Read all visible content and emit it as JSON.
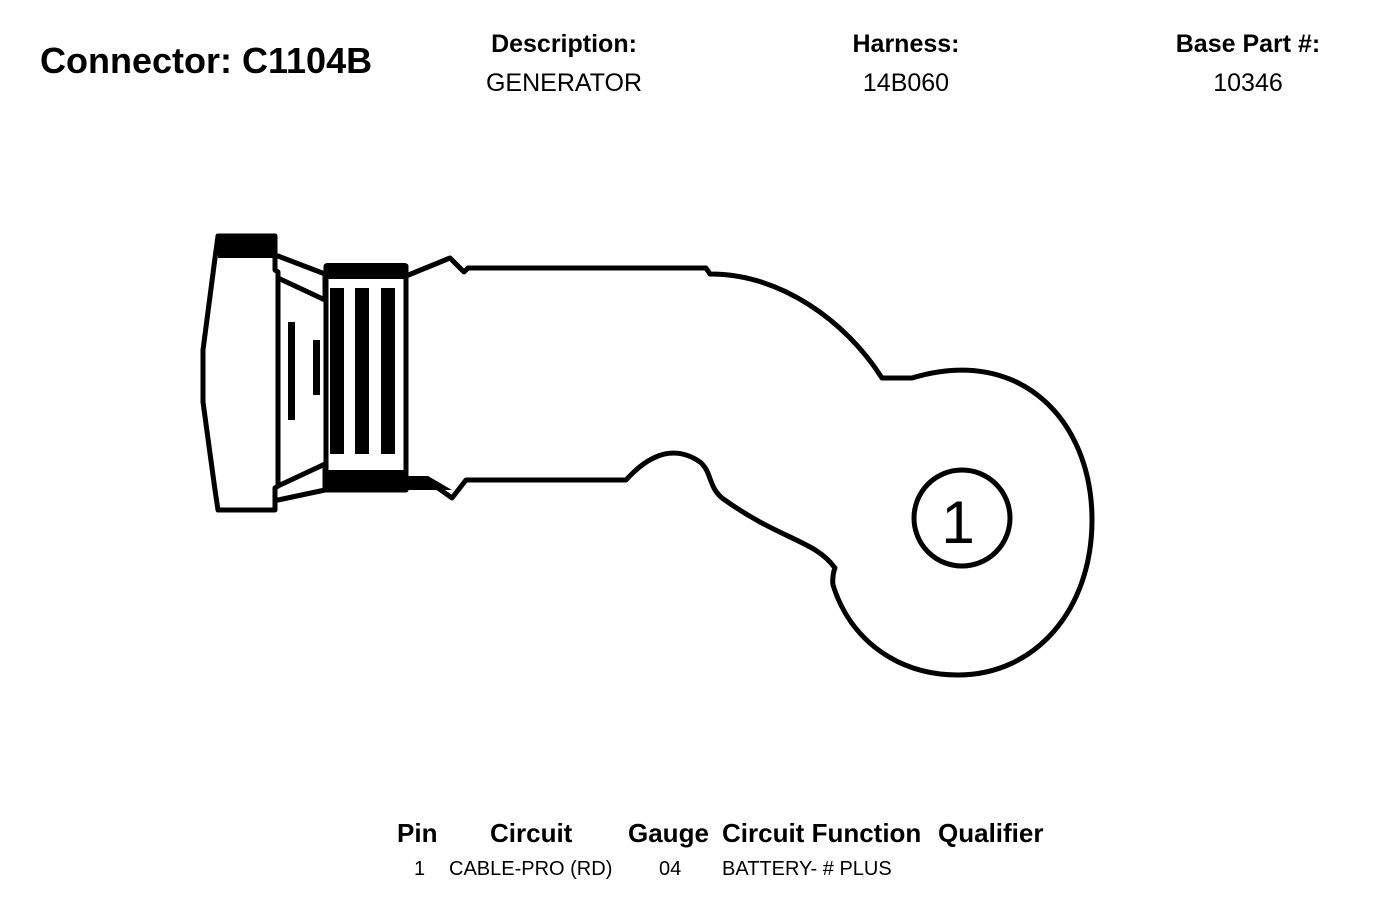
{
  "connector": {
    "title": "Connector: C1104B"
  },
  "header": {
    "description_label": "Description:",
    "description_value": "GENERATOR",
    "harness_label": "Harness:",
    "harness_value": "14B060",
    "base_part_label": "Base Part #:",
    "base_part_value": "10346"
  },
  "diagram": {
    "pin_label": "1"
  },
  "pin_table": {
    "headers": [
      "Pin",
      "Circuit",
      "Gauge",
      "Circuit Function",
      "Qualifier"
    ],
    "rows": [
      {
        "pin": "1",
        "circuit": "CABLE-PRO (RD)",
        "gauge": "04",
        "function": "BATTERY- # PLUS",
        "qualifier": ""
      }
    ]
  }
}
